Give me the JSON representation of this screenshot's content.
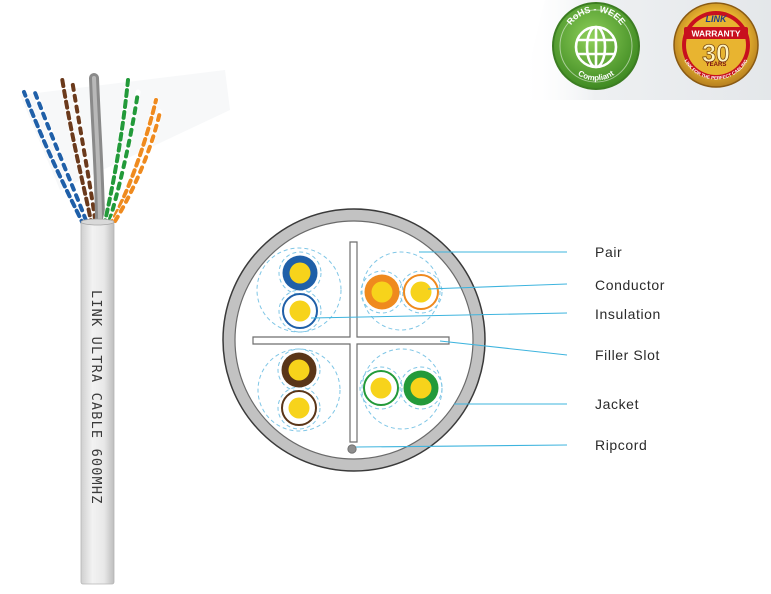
{
  "badges": {
    "rohs": {
      "top_text": "RoHS - WEEE",
      "bottom_text": "Compliant",
      "color": "#5aa832"
    },
    "warranty": {
      "brand": "LINK",
      "ribbon_text": "WARRANTY",
      "years_number": "30",
      "years_word": "YEARS",
      "tagline": "LINK FOR THE PERFECT CABLING",
      "color": "#c8101e"
    }
  },
  "cable": {
    "print_text": "LINK ULTRA CABLE 600MHZ",
    "jacket_color": "#e6e6e6"
  },
  "cross_section": {
    "labels": [
      "Pair",
      "Conductor",
      "Insulation",
      "Filler Slot",
      "Jacket",
      "Ripcord"
    ],
    "line_color": "#3eb4de",
    "pair_colors": {
      "blue": "#1f5fa8",
      "orange": "#ef8a1e",
      "brown": "#5a3518",
      "green": "#239a3a",
      "conductor": "#f7d31b"
    }
  }
}
